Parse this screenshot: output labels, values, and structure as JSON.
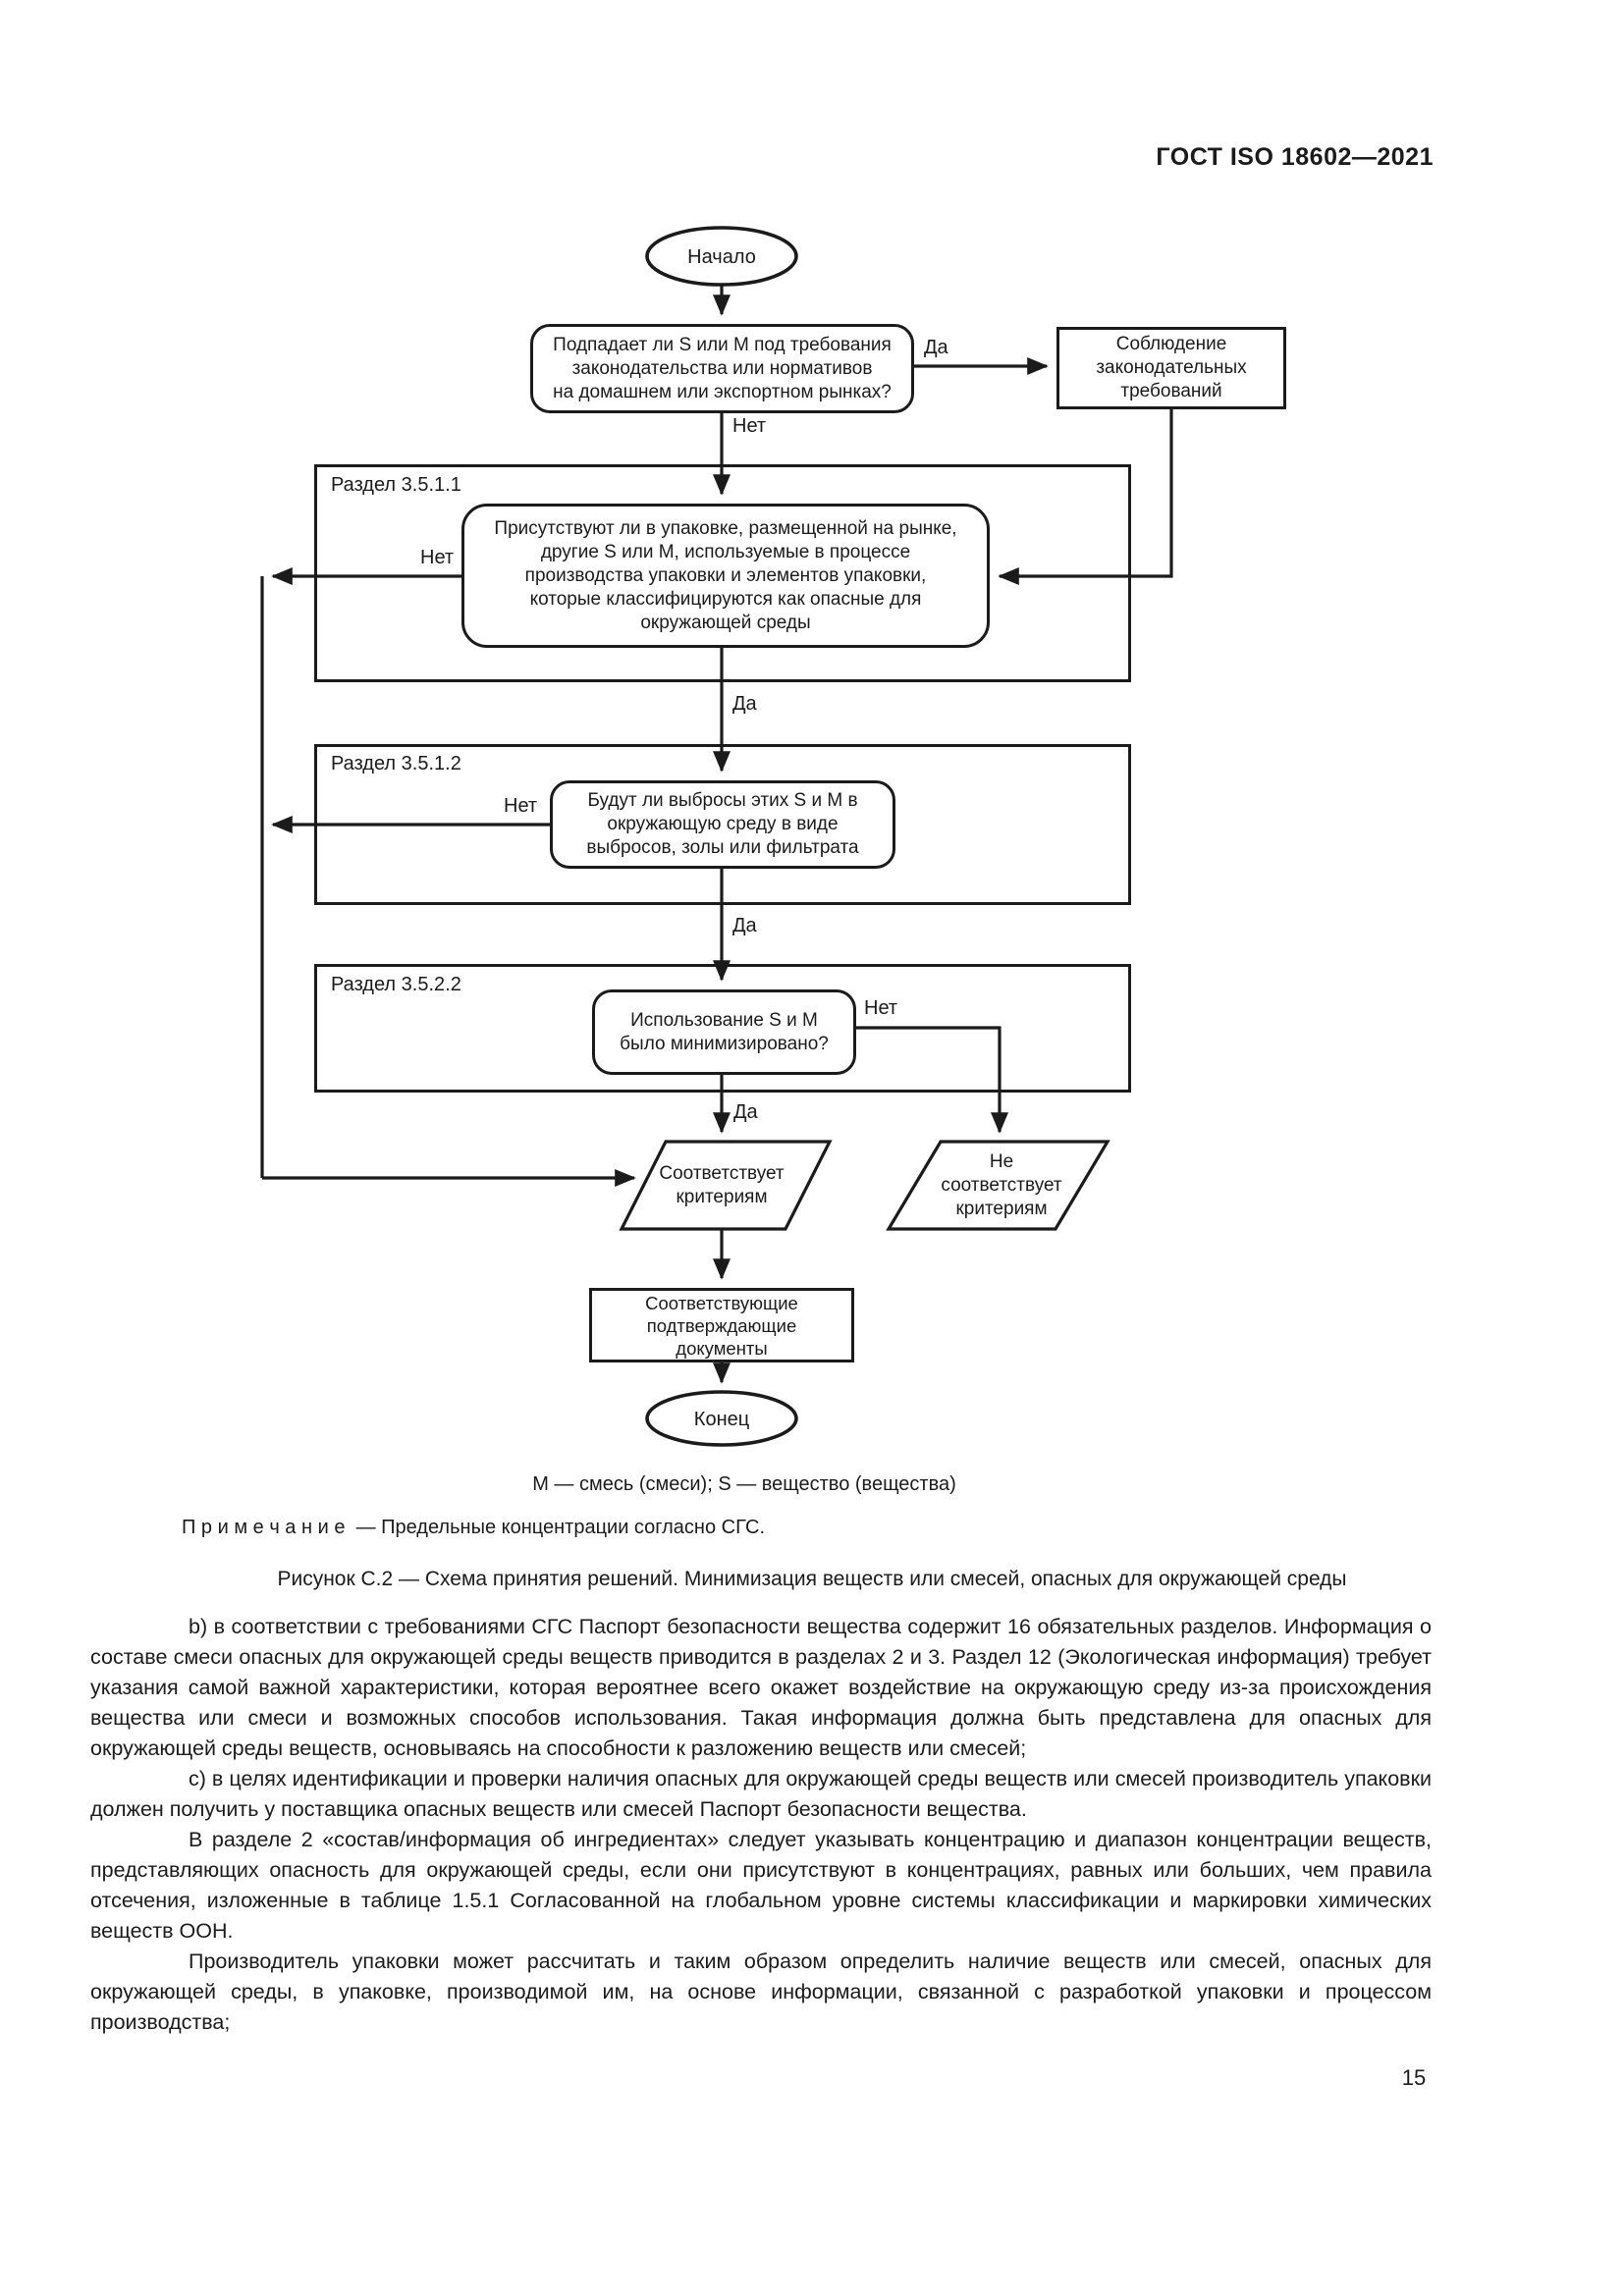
{
  "header": {
    "title": "ГОСТ ISO 18602—2021"
  },
  "flowchart": {
    "yes": "Да",
    "no": "Нет",
    "start": "Начало",
    "end": "Конец",
    "q1": {
      "lines": [
        "Подпадает ли S или M под требования",
        "законодательства или нормативов",
        "на домашнем или экспортном рынках?"
      ]
    },
    "compliance": {
      "lines": [
        "Соблюдение",
        "законодательных",
        "требований"
      ]
    },
    "section1": {
      "label": "Раздел 3.5.1.1",
      "q": {
        "lines": [
          "Присутствуют ли в упаковке, размещенной на рынке,",
          "другие S или M, используемые в процессе",
          "производства упаковки и элементов упаковки,",
          "которые классифицируются как опасные для",
          "окружающей среды"
        ]
      }
    },
    "section2": {
      "label": "Раздел 3.5.1.2",
      "q": {
        "lines": [
          "Будут ли выбросы этих S и M в",
          "окружающую среду в виде",
          "выбросов, золы или фильтрата"
        ]
      }
    },
    "section3": {
      "label": "Раздел 3.5.2.2",
      "q": {
        "lines": [
          "Использование S и M",
          "было минимизировано?"
        ]
      }
    },
    "meets": {
      "lines": [
        "Соответствует",
        "критериям"
      ]
    },
    "not_meets": {
      "lines": [
        "Не",
        "соответствует",
        "критериям"
      ]
    },
    "documents": {
      "lines": [
        "Соответствующие",
        "подтверждающие",
        "документы"
      ]
    },
    "legend": "М — смесь (смеси); S — вещество (вещества)"
  },
  "note": {
    "label": "П р и м е ч а н и е",
    "text": "— Предельные концентрации согласно СГС."
  },
  "figure_caption": "Рисунок С.2 — Схема принятия решений. Минимизация веществ или смесей, опасных для окружающей среды",
  "paragraphs": [
    "b) в соответствии с требованиями СГС Паспорт безопасности вещества содержит 16 обязательных разделов. Информация о составе смеси опасных для окружающей среды веществ приводится в разделах 2 и 3. Раздел 12 (Экологическая информация) требует указания самой важной характеристики, которая вероятнее всего окажет воздействие на окружающую среду из-за происхождения вещества или смеси и возможных способов использования. Такая информация должна быть представлена для опасных для окружающей среды веществ, основываясь на способности к разложению веществ или смесей;",
    "c) в целях идентификации и проверки наличия опасных для окружающей среды веществ или смесей производитель упаковки должен получить у поставщика опасных веществ или смесей Паспорт безопасности вещества.",
    "В разделе 2 «состав/информация об ингредиентах» следует указывать концентрацию и диапазон концентрации веществ, представляющих опасность для окружающей среды, если они присутствуют в концентрациях, равных или больших, чем правила отсечения, изложенные в таблице 1.5.1 Согласованной на глобальном уровне системы классификации и маркировки химических веществ ООН.",
    "Производитель упаковки может рассчитать и таким образом определить наличие веществ или смесей, опасных для окружающей среды, в упаковке, производимой им, на основе информации, связанной с разработкой упаковки и процессом производства;"
  ],
  "page_number": "15",
  "colors": {
    "ink": "#1b1b1b",
    "paper": "#ffffff"
  }
}
